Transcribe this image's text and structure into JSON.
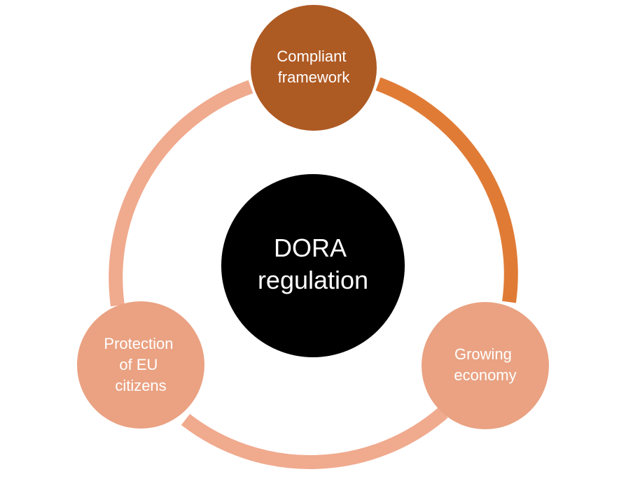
{
  "center": {
    "lines": [
      "DORA",
      "regulation"
    ],
    "color": "#000000"
  },
  "nodes": [
    {
      "id": "compliant-framework",
      "lines": [
        "Compliant",
        "framework"
      ],
      "color": "#ae5a23"
    },
    {
      "id": "growing-economy",
      "lines": [
        "Growing",
        "economy"
      ],
      "color": "#eaa282"
    },
    {
      "id": "protection-eu-citizens",
      "lines": [
        "Protection",
        "of EU",
        "citizens"
      ],
      "color": "#eaa282"
    }
  ],
  "arcs": [
    {
      "from": "compliant-framework",
      "to": "growing-economy",
      "color": "#e07b36"
    },
    {
      "from": "growing-economy",
      "to": "protection-eu-citizens",
      "color": "#f0aa8e"
    },
    {
      "from": "protection-eu-citizens",
      "to": "compliant-framework",
      "color": "#f0aa8e"
    }
  ]
}
